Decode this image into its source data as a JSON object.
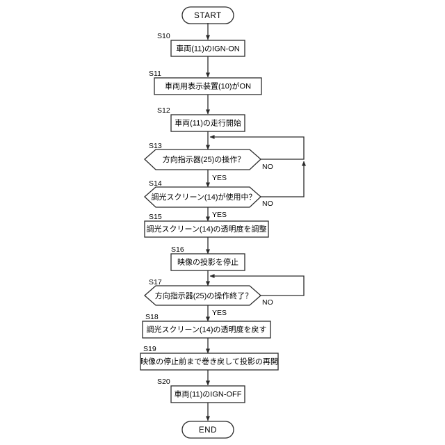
{
  "diagram": {
    "type": "flowchart",
    "title": "",
    "language": "ja",
    "terminals": {
      "start": "START",
      "end": "END"
    },
    "branch_labels": {
      "yes": "YES",
      "no": "NO"
    },
    "nodes": [
      {
        "id": "start",
        "step": "",
        "shape": "terminator",
        "text": "START"
      },
      {
        "id": "s10",
        "step": "S10",
        "shape": "process",
        "text": "車両(11)のIGN-ON"
      },
      {
        "id": "s11",
        "step": "S11",
        "shape": "process",
        "text": "車両用表示装置(10)がON"
      },
      {
        "id": "s12",
        "step": "S12",
        "shape": "process",
        "text": "車両(11)の走行開始"
      },
      {
        "id": "s13",
        "step": "S13",
        "shape": "decision",
        "text": "方向指示器(25)の操作？"
      },
      {
        "id": "s14",
        "step": "S14",
        "shape": "decision",
        "text": "調光スクリーン(14)が使用中？"
      },
      {
        "id": "s15",
        "step": "S15",
        "shape": "process",
        "text": "調光スクリーン(14)の透明度を調整"
      },
      {
        "id": "s16",
        "step": "S16",
        "shape": "process",
        "text": "映像の投影を停止"
      },
      {
        "id": "s17",
        "step": "S17",
        "shape": "decision",
        "text": "方向指示器(25)の操作終了？"
      },
      {
        "id": "s18",
        "step": "S18",
        "shape": "process",
        "text": "調光スクリーン(14)の透明度を戻す"
      },
      {
        "id": "s19",
        "step": "S19",
        "shape": "process",
        "text": "映像の停止前まで巻き戻して投影の再開"
      },
      {
        "id": "s20",
        "step": "S20",
        "shape": "process",
        "text": "車両(11)のIGN-OFF"
      },
      {
        "id": "end",
        "step": "",
        "shape": "terminator",
        "text": "END"
      }
    ],
    "edges": [
      {
        "from": "start",
        "to": "s10",
        "label": ""
      },
      {
        "from": "s10",
        "to": "s11",
        "label": ""
      },
      {
        "from": "s11",
        "to": "s12",
        "label": ""
      },
      {
        "from": "s12",
        "to": "s13",
        "label": ""
      },
      {
        "from": "s13",
        "to": "s14",
        "label": "YES"
      },
      {
        "from": "s13",
        "to": "s12",
        "label": "NO"
      },
      {
        "from": "s14",
        "to": "s15",
        "label": "YES"
      },
      {
        "from": "s14",
        "to": "s12",
        "label": "NO"
      },
      {
        "from": "s15",
        "to": "s16",
        "label": ""
      },
      {
        "from": "s16",
        "to": "s17",
        "label": ""
      },
      {
        "from": "s17",
        "to": "s18",
        "label": "YES"
      },
      {
        "from": "s17",
        "to": "s16",
        "label": "NO"
      },
      {
        "from": "s18",
        "to": "s19",
        "label": ""
      },
      {
        "from": "s19",
        "to": "s20",
        "label": ""
      },
      {
        "from": "s20",
        "to": "end",
        "label": ""
      }
    ],
    "colors": {
      "stroke": "#2b2b2b",
      "fill": "#ffffff",
      "text": "#000000",
      "background": "#ffffff"
    }
  }
}
